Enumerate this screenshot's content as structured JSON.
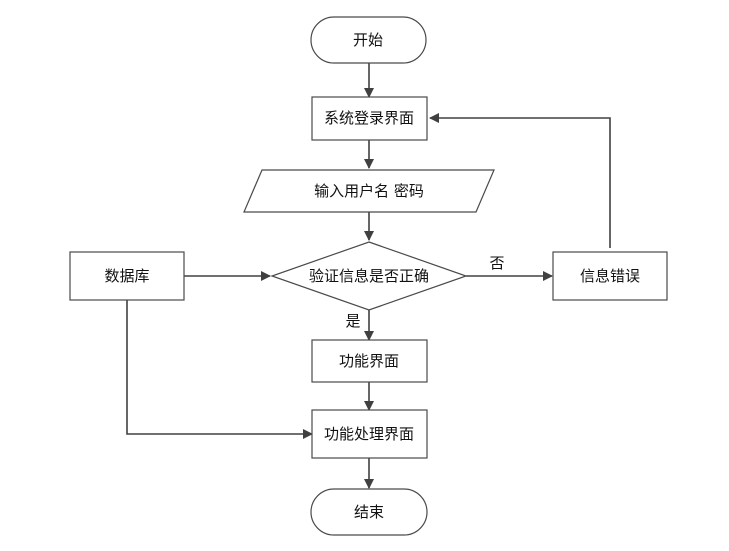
{
  "nodes": {
    "start": "开始",
    "login": "系统登录界面",
    "input": "输入用户名 密码",
    "check": "验证信息是否正确",
    "database": "数据库",
    "error": "信息错误",
    "func": "功能界面",
    "process": "功能处理界面",
    "end": "结束"
  },
  "edges": {
    "yes_label": "是",
    "no_label": "否"
  },
  "colors": {
    "stroke": "#4a4a4a",
    "arrow": "#404040",
    "fill": "#ffffff",
    "text": "#111111"
  }
}
